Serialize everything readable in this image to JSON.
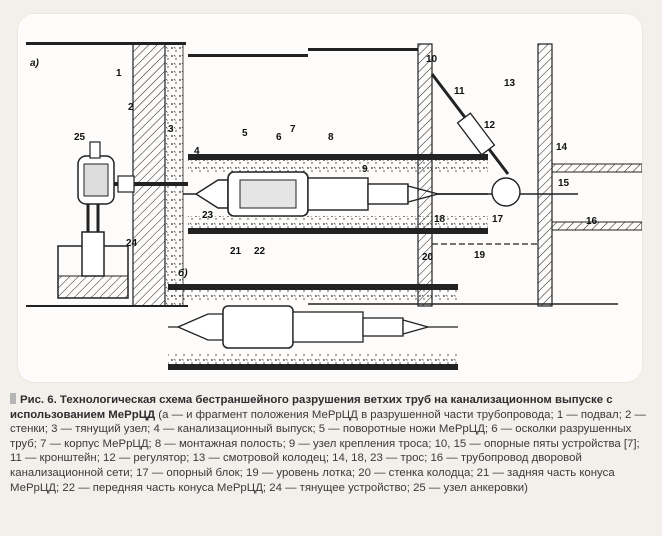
{
  "figure": {
    "panel_a_label": "а)",
    "panel_b_label": "б)",
    "callouts": [
      "1",
      "2",
      "3",
      "4",
      "5",
      "6",
      "7",
      "8",
      "9",
      "10",
      "11",
      "12",
      "13",
      "14",
      "15",
      "16",
      "17",
      "18",
      "19",
      "20",
      "21",
      "22",
      "23",
      "24",
      "25"
    ]
  },
  "caption": {
    "head": "Рис. 6. Технологическая схема бестраншейного разрушения ветхих труб на канализационном выпуске с использованием МеРрЦД",
    "body": " (а — и фрагмент положения МеРрЦД в разрушенной части трубопровода; 1 — подвал; 2 — стенки; 3 — тянущий узел; 4 — канализационный выпуск; 5 — поворотные ножи МеРрЦД; 6 — осколки разрушенных труб; 7 — корпус МеРрЦД; 8 — монтажная полость; 9 — узел крепления троса; 10, 15 — опорные пяты устройства [7]; 11 — кронштейн; 12 — регулятор; 13 — смотровой колодец; 14, 18, 23 — трос; 16 — трубопровод дворовой канализационной сети; 17 — опорный блок; 19 — уровень лотка; 20 — стенка колодца; 21 — задняя часть конуса МеРрЦД; 22 — передняя часть конуса МеРрЦД; 24 — тянущее устройство; 25 — узел анкеровки)"
  }
}
